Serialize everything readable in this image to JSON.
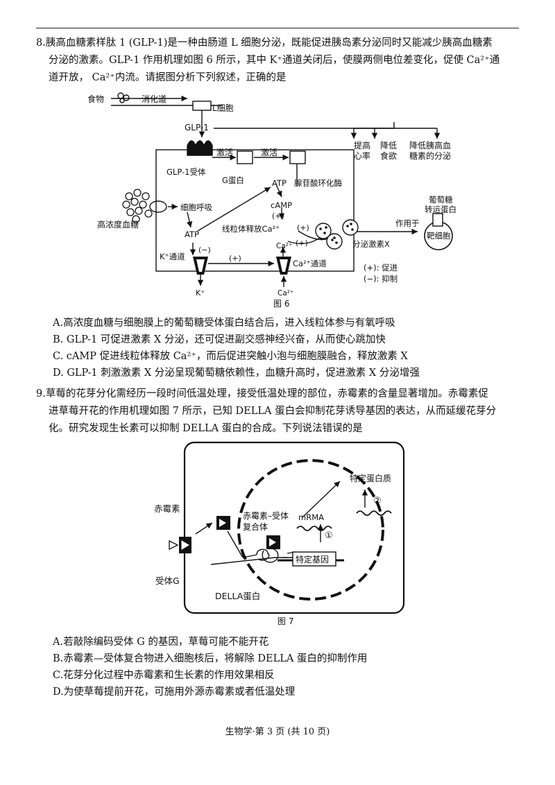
{
  "q8": {
    "line1": "8.胰高血糖素样肽 1 (GLP-1)是一种由肠道 L 细胞分泌，既能促进胰岛素分泌同时又能减少胰高血糖素",
    "line2": "分泌的激素。GLP-1 作用机理如图 6 所示，其中 K⁺通道关闭后，使膜两侧电位差变化，促使 Ca²⁺通",
    "line3": "道开放， Ca²⁺内流。请据图分析下列叙述，正确的是",
    "options": {
      "A": "A.高浓度血糖与细胞膜上的葡萄糖受体蛋白结合后，进入线粒体参与有氧呼吸",
      "B": "B. GLP-1 可促进激素 X 分泌，还可促进副交感神经兴奋，从而使心跳加快",
      "C": "C. cAMP 促进线粒体释放 Ca²⁺，而后促进突触小泡与细胞膜融合，释放激素 X",
      "D": "D. GLP-1 刺激激素 X 分泌呈现葡萄糖依赖性，血糖升高时，促进激素 X 分泌增强"
    }
  },
  "fig6": {
    "food": "食物",
    "gut": "消化道",
    "lcell": "L细胞",
    "glp1": "GLP-1",
    "effect1a": "提高",
    "effect1b": "心率",
    "effect2a": "降低",
    "effect2b": "食欲",
    "effect3a": "降低胰高血",
    "effect3b": "糖素的分泌",
    "activate1": "激活",
    "activate2": "激活",
    "receptor": "GLP-1受体",
    "gprotein": "G蛋白",
    "atp_top": "ATP",
    "adenylate": "腺苷酸环化酶",
    "respiration": "细胞呼吸",
    "camp": "cAMP",
    "plus1": "(+)",
    "mito": "线粒体释放Ca²⁺",
    "plus2": "(+)",
    "plus3": "(+)",
    "glucose": "高浓度血糖",
    "atp_mid": "ATP",
    "minus1": "(−)",
    "ca_up": "Ca²⁺",
    "kchannel": "K⁺通道",
    "plus4": "(+)",
    "cachannel": "Ca²⁺通道",
    "k_out": "K⁺",
    "ca_in": "Ca²⁺",
    "secrete": "分泌激素X",
    "actson": "作用于",
    "transporter1": "葡萄糖",
    "transporter2": "转运蛋白",
    "target": "靶细胞",
    "legend1": "(+): 促进",
    "legend2": "(−): 抑制",
    "caption": "图 6"
  },
  "q9": {
    "line1": "9.草莓的花芽分化需经历一段时间低温处理，接受低温处理的部位，赤霉素的含量显著增加。赤霉素促",
    "line2": "进草莓开花的作用机理如图 7 所示，已知 DELLA 蛋白会抑制花芽诱导基因的表达，从而延缓花芽分",
    "line3": "化。研究发现生长素可以抑制 DELLA 蛋白的合成。下列说法错误的是",
    "options": {
      "A": "A.若敲除编码受体 G 的基因，草莓可能不能开花",
      "B": "B.赤霉素—受体复合物进入细胞核后，将解除  DELLA 蛋白的抑制作用",
      "C": "C.花芽分化过程中赤霉素和生长素的作用效果相反",
      "D": "D.为使草莓提前开花，可施用外源赤霉素或者低温处理"
    }
  },
  "fig7": {
    "protein": "特定蛋白质",
    "step2": "②",
    "ga": "赤霉素",
    "complex1": "赤霉素–受体",
    "complex2": "复合体",
    "mrna": "mRMA",
    "step1": "①",
    "gene": "特定基因",
    "receptor": "受体G",
    "della": "DELLA蛋白",
    "caption": "图 7"
  },
  "footer": "生物学·第 3 页  (共 10 页)"
}
